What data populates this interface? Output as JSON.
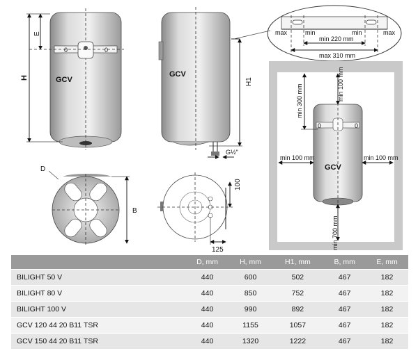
{
  "diagram": {
    "model_label": "GCV",
    "dims": {
      "H": "H",
      "E": "E",
      "H1": "H1",
      "D": "D",
      "B": "B",
      "dim_100": "100",
      "dim_125": "125",
      "thread": "G½\"",
      "bracket_max_left": "max",
      "bracket_min_left": "min",
      "bracket_min220": "min 220 mm",
      "bracket_max310": "max 310 mm",
      "bracket_min_right": "min",
      "bracket_max_right": "max",
      "min300": "min 300 mm",
      "min100_top": "min 100 mm",
      "min100_left": "min 100 mm",
      "min100_right": "min 100 mm",
      "min700": "min 700 mm"
    }
  },
  "table": {
    "headers": [
      "",
      "D, mm",
      "H, mm",
      "H1, mm",
      "B, mm",
      "E, mm"
    ],
    "rows": [
      [
        "BILIGHT 50 V",
        "440",
        "600",
        "502",
        "467",
        "182"
      ],
      [
        "BILIGHT 80 V",
        "440",
        "850",
        "752",
        "467",
        "182"
      ],
      [
        "BILIGHT 100 V",
        "440",
        "990",
        "892",
        "467",
        "182"
      ],
      [
        "GCV 120 44 20 B11 TSR",
        "440",
        "1155",
        "1057",
        "467",
        "182"
      ],
      [
        "GCV 150 44 20 B11 TSR",
        "440",
        "1320",
        "1222",
        "467",
        "182"
      ]
    ]
  }
}
